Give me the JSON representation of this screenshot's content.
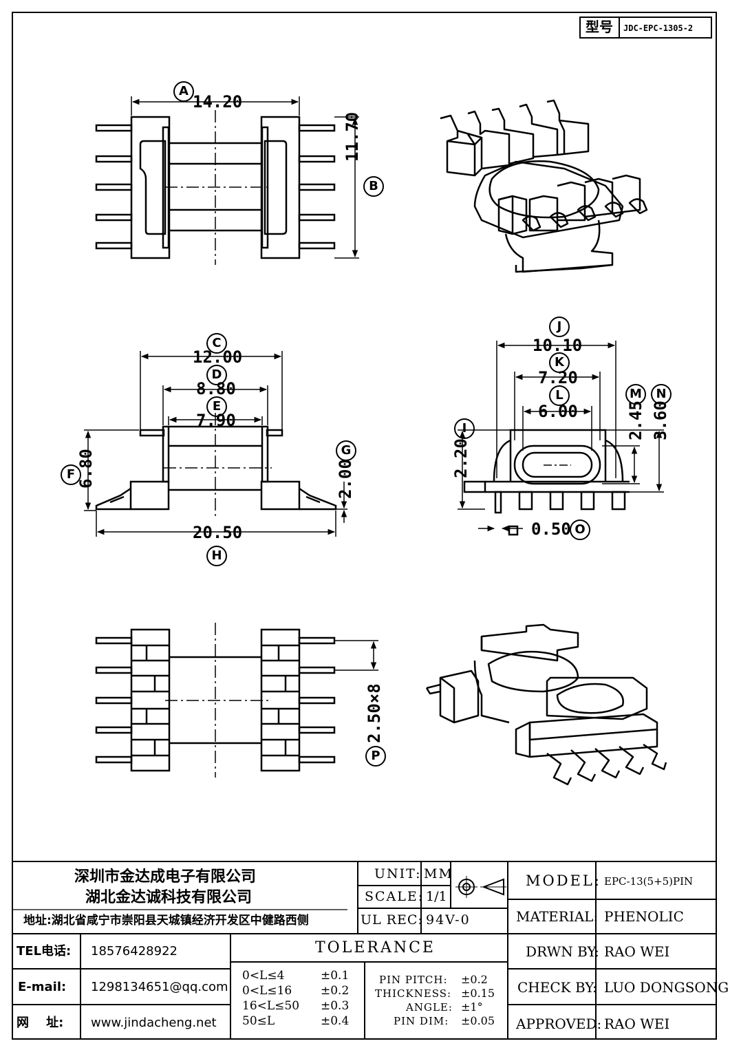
{
  "model_box": {
    "label": "型号",
    "value": "JDC-EPC-1305-2"
  },
  "dimensions": {
    "A": {
      "letter": "A",
      "value": "14.20"
    },
    "B": {
      "letter": "B",
      "value": "11.70"
    },
    "C": {
      "letter": "C",
      "value": "12.00"
    },
    "D": {
      "letter": "D",
      "value": "8.80"
    },
    "E": {
      "letter": "E",
      "value": "7.90"
    },
    "F": {
      "letter": "F",
      "value": "6.80"
    },
    "G": {
      "letter": "G",
      "value": "2.00"
    },
    "H": {
      "letter": "H",
      "value": "20.50"
    },
    "I": {
      "letter": "I",
      "value": "2.20"
    },
    "J": {
      "letter": "J",
      "value": "10.10"
    },
    "K": {
      "letter": "K",
      "value": "7.20"
    },
    "L": {
      "letter": "L",
      "value": "6.00"
    },
    "M": {
      "letter": "M",
      "value": "2.45"
    },
    "N": {
      "letter": "N",
      "value": "3.60"
    },
    "O": {
      "letter": "O",
      "value": "0.50"
    },
    "P": {
      "letter": "P",
      "value": "2.50×8"
    }
  },
  "title_block": {
    "company1": "深圳市金达成电子有限公司",
    "company2": "湖北金达诚科技有限公司",
    "address": "地址:湖北省咸宁市崇阳县天城镇经济开发区中健路西侧",
    "unit_label": "UNIT:",
    "unit_value": "MM",
    "scale_label": "SCALE:",
    "scale_value": "1/1",
    "ulrec_label": "UL REC:",
    "ulrec_value": "94V-0",
    "model_label": "MODEL:",
    "model_value": "EPC-13(5+5)PIN",
    "material_label": "MATERIAL:",
    "material_value": "PHENOLIC",
    "drawn_label": "DRWN BY:",
    "drawn_value": "RAO WEI",
    "check_label": "CHECK BY:",
    "check_value": "LUO DONGSONG",
    "approved_label": "APPROVED:",
    "approved_value": "RAO WEI",
    "tel_label": "TEL电话:",
    "tel_value": "18576428922",
    "email_label": "E-mail:",
    "email_value": "1298134651@qq.com",
    "web_label": "网    址:",
    "web_value": "www.jindacheng.net",
    "tolerance_title": "TOLERANCE",
    "tolerance_rows": [
      {
        "range": "0<L≤4",
        "tol": "±0.1"
      },
      {
        "range": "0<L≤16",
        "tol": "±0.2"
      },
      {
        "range": "16<L≤50",
        "tol": "±0.3"
      },
      {
        "range": "50≤L",
        "tol": "±0.4"
      }
    ],
    "pin_pitch_label": "PIN PITCH:",
    "pin_pitch_value": "±0.2",
    "thickness_label": "THICKNESS:",
    "thickness_value": "±0.15",
    "angle_label": "ANGLE:",
    "angle_value": "±1°",
    "pin_dim_label": "PIN DIM:",
    "pin_dim_value": "±0.05"
  }
}
